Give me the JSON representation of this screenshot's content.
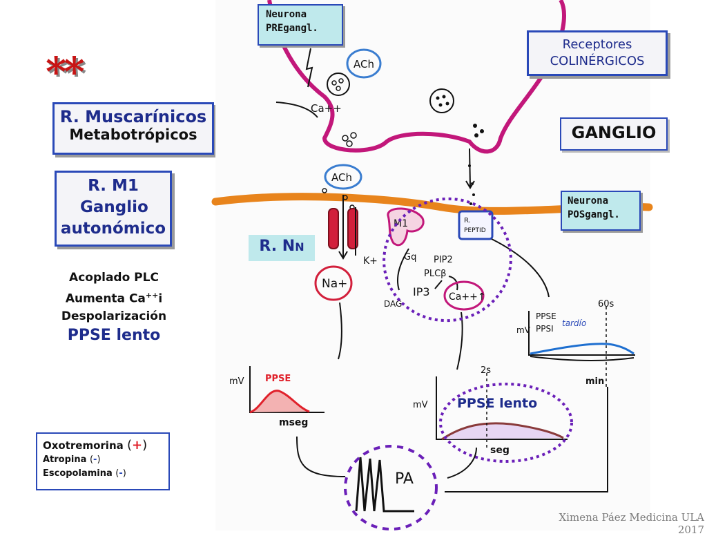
{
  "header": {
    "stars": "**"
  },
  "labels": {
    "muscarinic_title": "R. Muscarínicos",
    "muscarinic_subtitle": "Metabotrópicos",
    "m1_line1": "R. M1",
    "m1_line2": "Ganglio",
    "m1_line3": "autonómico",
    "effect_1": "Acoplado PLC",
    "effect_2_prefix": "Aumenta Ca",
    "effect_2_sup": "++",
    "effect_2_suffix": "i",
    "effect_3": "Despolarización",
    "effect_4": "PPSE lento",
    "neuron_pre_1": "Neurona",
    "neuron_pre_2": "PREgangl.",
    "receptors_1": "Receptores",
    "receptors_2": "COLINÉRGICOS",
    "ganglio": "GANGLIO",
    "neuron_pos_1": "Neurona",
    "neuron_pos_2": "POSgangl.",
    "rnn_prefix": "R. N",
    "rnn_sub": "N",
    "ppse": "PPSE",
    "ppse_lento": "PPSE lento",
    "mseg": "mseg",
    "seg": "seg",
    "min": "min",
    "credit": "Ximena Páez Medicina ULA 2017"
  },
  "drugs": [
    {
      "name": "Oxotremorina",
      "sign": "+"
    },
    {
      "name": "Atropina",
      "sign": "-"
    },
    {
      "name": "Escopolamina",
      "sign": "-"
    }
  ],
  "drawing": {
    "ach": "ACh",
    "ca": "Ca++",
    "na": "Na+",
    "k": "K+",
    "m1": "M1",
    "r_peptid_1": "R.",
    "r_peptid_2": "PEPTID",
    "gq": "Gq",
    "pip2": "PIP2",
    "plcb": "PLCβ",
    "ip3": "IP3",
    "dag": "DAG",
    "ca_up": "Ca++↑",
    "mv": "mV",
    "pa": "PA",
    "ppse_slow": "PPSE",
    "ppsi_slow": "PPSI",
    "tardio": "tardío",
    "t_2s": "2s",
    "t_60s": "60s"
  },
  "colors": {
    "neuron": "#c2177a",
    "membrane": "#e8841c",
    "ink": "#1e2c8c",
    "dotted": "#6a1fb8",
    "ppse_red": "#e0212b",
    "star_red": "#c81414"
  }
}
